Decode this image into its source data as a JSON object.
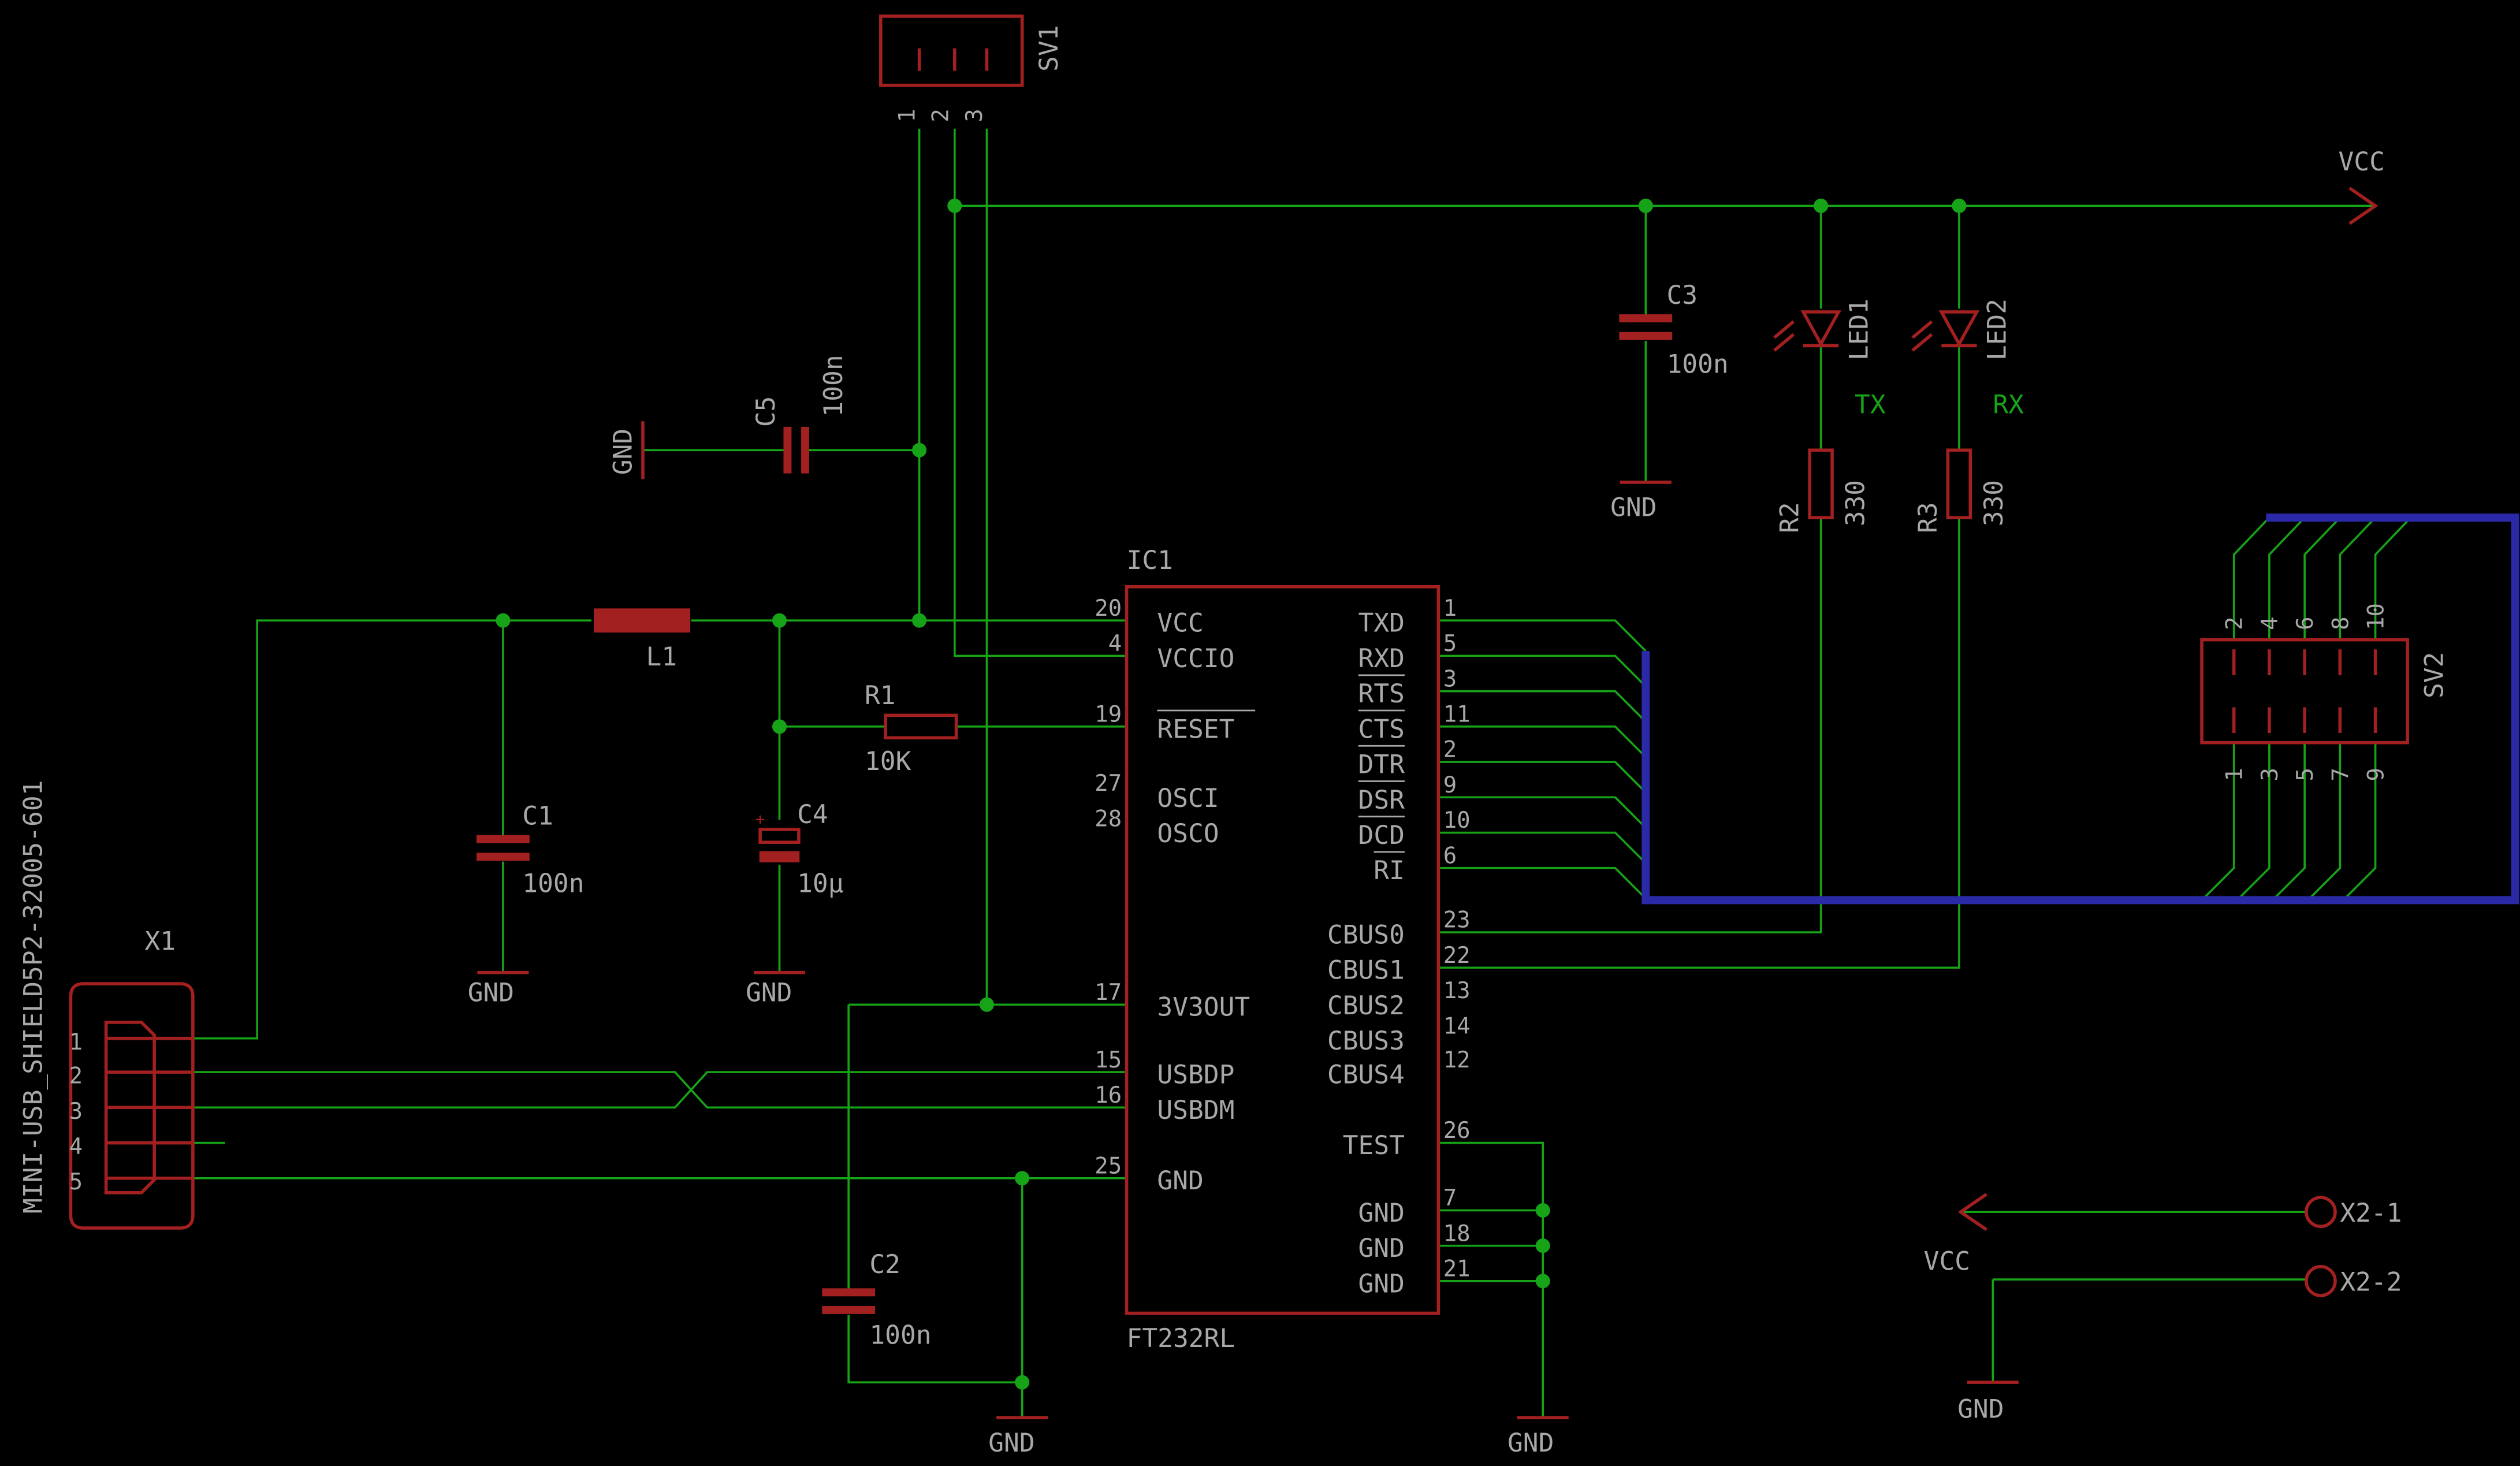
{
  "parts": {
    "sv1": {
      "name": "SV1",
      "pins": [
        "1",
        "2",
        "3"
      ]
    },
    "sv2": {
      "name": "SV2",
      "top_pins": [
        "2",
        "4",
        "6",
        "8",
        "10"
      ],
      "bottom_pins": [
        "1",
        "3",
        "5",
        "7",
        "9"
      ]
    },
    "x1": {
      "name": "X1",
      "value": "MINI-USB_SHIELD5P2-32005-601",
      "pins": [
        "1",
        "2",
        "3",
        "4",
        "5"
      ]
    },
    "x2": {
      "pin1": "X2-1",
      "pin2": "X2-2"
    },
    "c1": {
      "name": "C1",
      "value": "100n"
    },
    "c2": {
      "name": "C2",
      "value": "100n"
    },
    "c3": {
      "name": "C3",
      "value": "100n"
    },
    "c4": {
      "name": "C4",
      "value": "10µ"
    },
    "c5": {
      "name": "C5",
      "value": "100n"
    },
    "l1": {
      "name": "L1"
    },
    "r1": {
      "name": "R1",
      "value": "10K"
    },
    "r2": {
      "name": "R2",
      "value": "330"
    },
    "r3": {
      "name": "R3",
      "value": "330"
    },
    "led1": {
      "name": "LED1",
      "net_label": "TX"
    },
    "led2": {
      "name": "LED2",
      "net_label": "RX"
    },
    "ic1": {
      "name": "IC1",
      "value": "FT232RL"
    }
  },
  "supply": {
    "vcc": "VCC",
    "gnd": "GND"
  },
  "ic_left_pins": [
    {
      "num": "20",
      "name": "VCC"
    },
    {
      "num": "4",
      "name": "VCCIO"
    },
    {
      "num": "19",
      "name": "RESET"
    },
    {
      "num": "27",
      "name": "OSCI"
    },
    {
      "num": "28",
      "name": "OSCO"
    },
    {
      "num": "17",
      "name": "3V3OUT"
    },
    {
      "num": "15",
      "name": "USBDP"
    },
    {
      "num": "16",
      "name": "USBDM"
    },
    {
      "num": "25",
      "name": "GND"
    }
  ],
  "ic_right_pins": [
    {
      "num": "1",
      "name": "TXD"
    },
    {
      "num": "5",
      "name": "RXD"
    },
    {
      "num": "3",
      "name": "RTS"
    },
    {
      "num": "11",
      "name": "CTS"
    },
    {
      "num": "2",
      "name": "DTR"
    },
    {
      "num": "9",
      "name": "DSR"
    },
    {
      "num": "10",
      "name": "DCD"
    },
    {
      "num": "6",
      "name": "RI"
    },
    {
      "num": "23",
      "name": "CBUS0"
    },
    {
      "num": "22",
      "name": "CBUS1"
    },
    {
      "num": "13",
      "name": "CBUS2"
    },
    {
      "num": "14",
      "name": "CBUS3"
    },
    {
      "num": "12",
      "name": "CBUS4"
    },
    {
      "num": "26",
      "name": "TEST"
    },
    {
      "num": "7",
      "name": "GND"
    },
    {
      "num": "18",
      "name": "GND"
    },
    {
      "num": "21",
      "name": "GND"
    }
  ],
  "colors": {
    "wire": "#17a317",
    "part": "#a32020",
    "bus": "#2a2aa8",
    "text": "#a8a8a8",
    "background": "#000000"
  }
}
